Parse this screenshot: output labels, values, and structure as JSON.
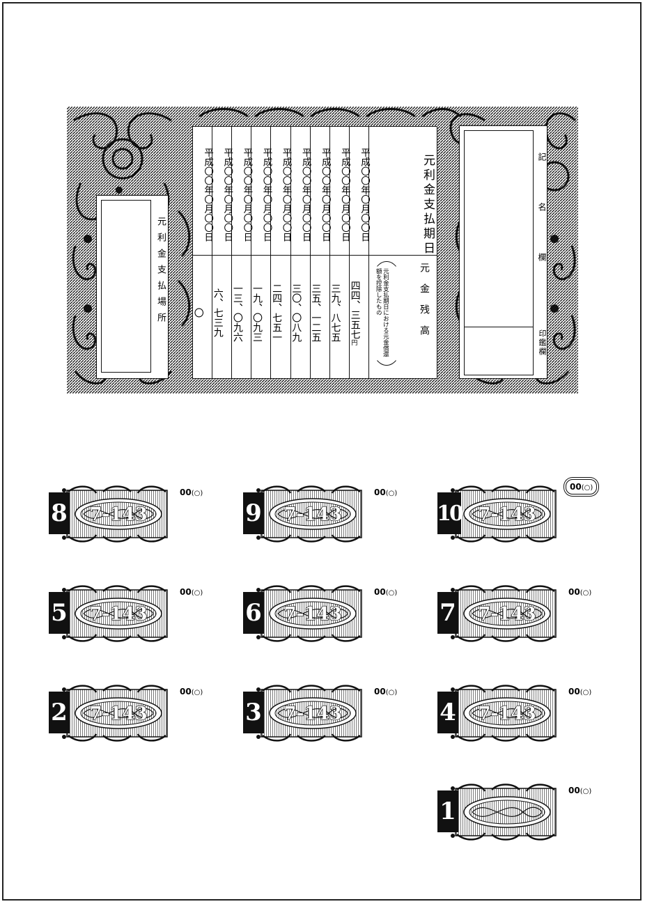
{
  "bond": {
    "schedule_title": "元利金支払期日",
    "balance_title": "元金残高",
    "balance_note": "元利金支払期日における元金償還額を控除したもの",
    "yen_unit": "円",
    "dates": [
      "平成〇〇年〇月〇〇日",
      "平成〇〇年〇月〇〇日",
      "平成〇〇年〇月〇〇日",
      "平成〇〇年〇月〇〇日",
      "平成〇〇年〇月〇〇日",
      "平成〇〇年〇月〇〇日",
      "平成〇〇年〇月〇〇日",
      "平成〇〇年〇月〇〇日",
      "平成〇〇年〇月〇〇日"
    ],
    "balances": [
      "〇",
      "六、七三九",
      "一三、〇九六",
      "一九、〇九三",
      "二四、七五一",
      "三〇、〇八九",
      "三五、一二五",
      "三九、八七五",
      "四四、三五七"
    ],
    "payment_place_label": "元利金支払場所",
    "name_label": "記名欄",
    "seal_label": "印鑑欄"
  },
  "coupons": [
    {
      "number": "8",
      "code": "7-143",
      "seq": "00",
      "seq_suffix": "(○)"
    },
    {
      "number": "9",
      "code": "7-143",
      "seq": "00",
      "seq_suffix": "(○)"
    },
    {
      "number": "10",
      "code": "7-143",
      "seq": "00",
      "seq_suffix": "(○)"
    },
    {
      "number": "5",
      "code": "7-143",
      "seq": "00",
      "seq_suffix": "(○)"
    },
    {
      "number": "6",
      "code": "7-143",
      "seq": "00",
      "seq_suffix": "(○)"
    },
    {
      "number": "7",
      "code": "7-143",
      "seq": "00",
      "seq_suffix": "(○)"
    },
    {
      "number": "2",
      "code": "7-143",
      "seq": "00",
      "seq_suffix": "(○)"
    },
    {
      "number": "3",
      "code": "7-143",
      "seq": "00",
      "seq_suffix": "(○)"
    },
    {
      "number": "4",
      "code": "7-143",
      "seq": "00",
      "seq_suffix": "(○)"
    },
    {
      "number": "1",
      "code": "",
      "seq": "00",
      "seq_suffix": "(○)"
    }
  ],
  "colors": {
    "ink": "#111111",
    "paper": "#ffffff"
  }
}
